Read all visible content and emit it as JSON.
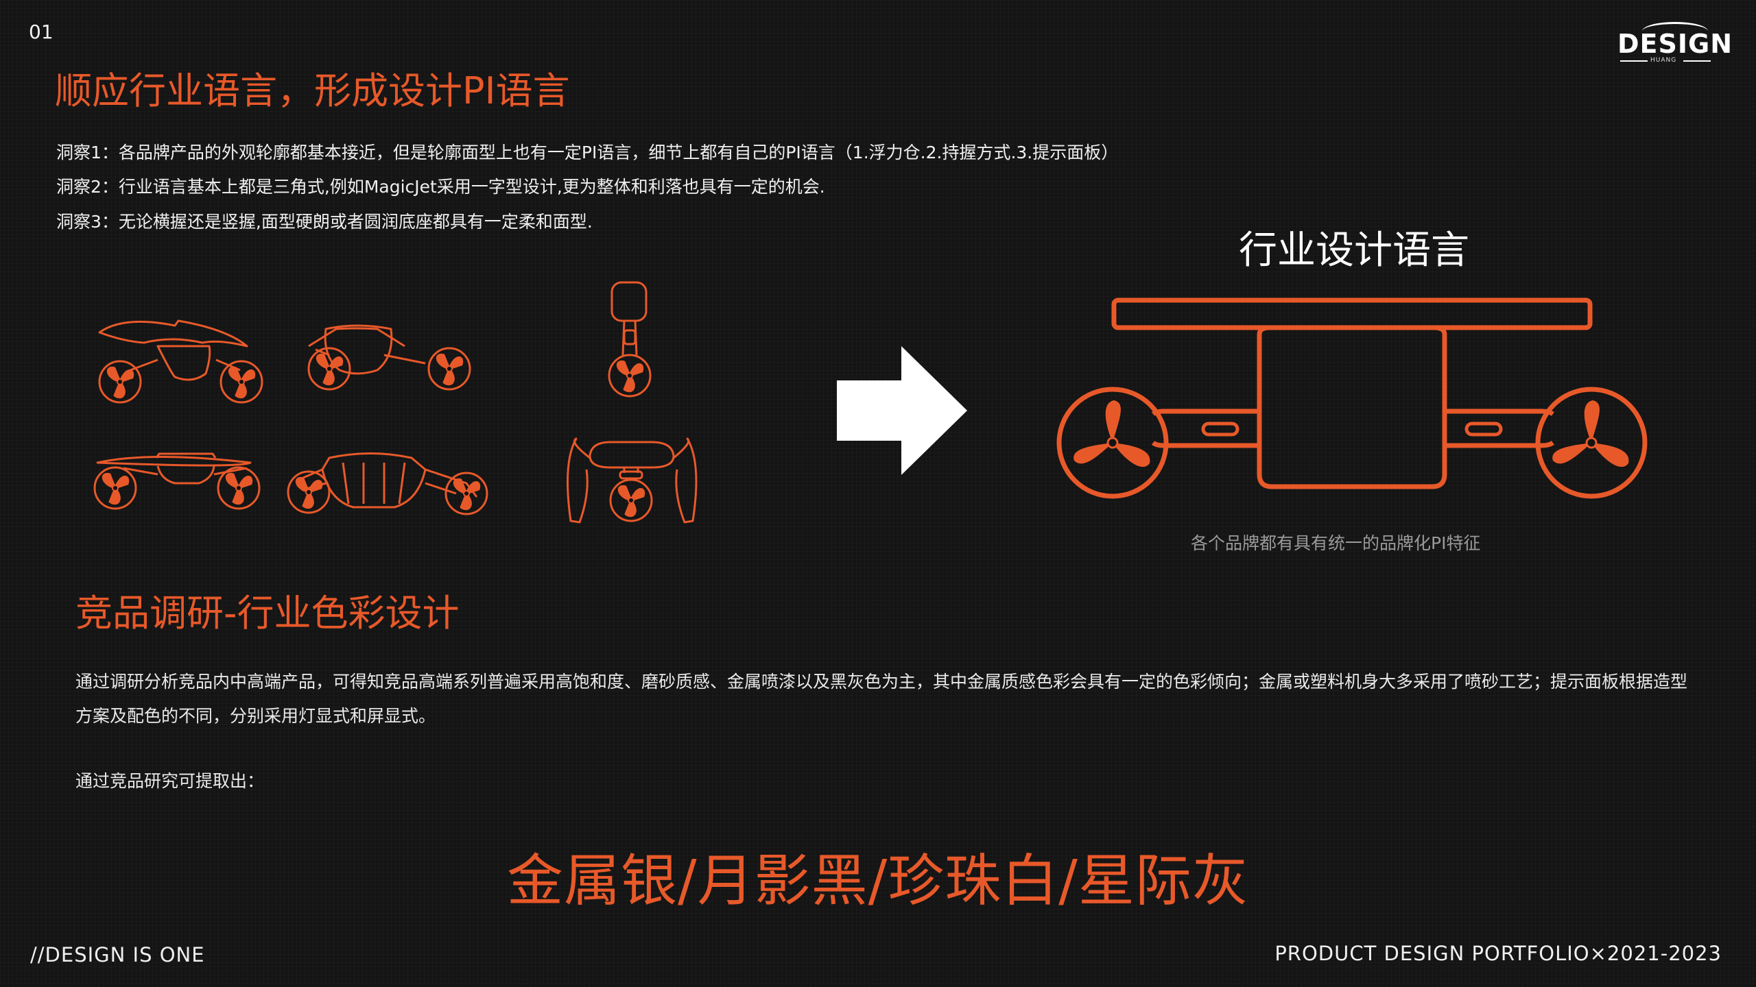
{
  "page_number": "01",
  "logo": {
    "word": "DESIGN",
    "sub": "HUANG"
  },
  "section1": {
    "title": "顺应行业语言，形成设计PI语言",
    "insights": [
      "洞察1：各品牌产品的外观轮廓都基本接近，但是轮廓面型上也有一定PI语言，细节上都有自己的PI语言（1.浮力仓.2.持握方式.3.提示面板）",
      "洞察2：行业语言基本上都是三角式,例如MagicJet采用一字型设计,更为整体和利落也具有一定的机会.",
      "洞察3：无论横握还是竖握,面型硬朗或者圆润底座都具有一定柔和面型."
    ]
  },
  "industry": {
    "title": "行业设计语言",
    "caption": "各个品牌都有具有统一的品牌化PI特征"
  },
  "section2": {
    "title": "竞品调研-行业色彩设计",
    "paragraph": "通过调研分析竞品内中高端产品，可得知竞品高端系列普遍采用高饱和度、磨砂质感、金属喷漆以及黑灰色为主，其中金属质感色彩会具有一定的色彩倾向；金属或塑料机身大多采用了喷砂工艺；提示面板根据造型方案及配色的不同，分别采用灯显式和屏显式。",
    "extract_label": "通过竞品研究可提取出：",
    "colors_line": "金属银/月影黑/珍珠白/星际灰"
  },
  "footer": {
    "left": "//DESIGN IS ONE",
    "right": "PRODUCT DESIGN PORTFOLIO×2021-2023"
  },
  "palette": {
    "accent": "#e8592a",
    "background": "#141414",
    "text": "#ffffff",
    "caption": "#9a9a9a"
  }
}
